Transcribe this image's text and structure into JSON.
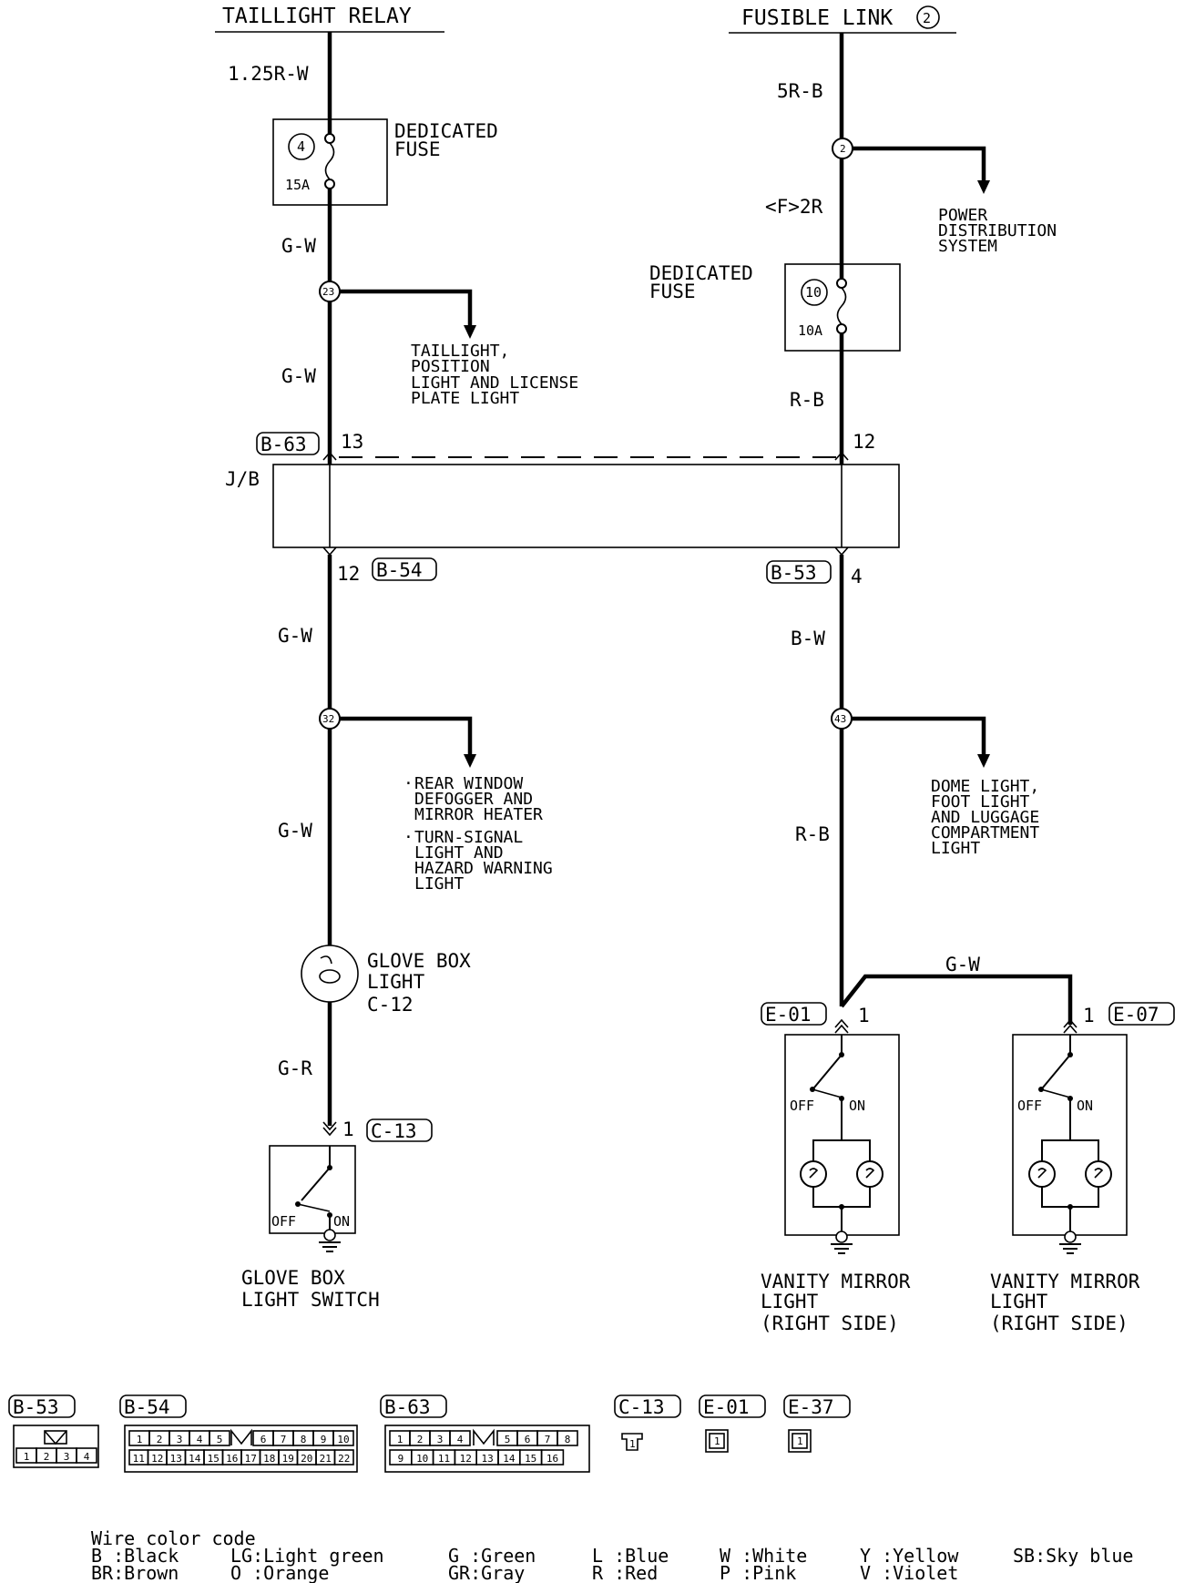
{
  "sources": {
    "left": "TAILLIGHT RELAY",
    "right": "FUSIBLE LINK",
    "right_num": "2"
  },
  "wires": {
    "w_125rw": "1.25R-W",
    "w_5rb": "5R-B",
    "w_gw_1": "G-W",
    "w_gw_2": "G-W",
    "w_f2r": "<F>2R",
    "w_rb_1": "R-B",
    "w_gw_3": "G-W",
    "w_bw": "B-W",
    "w_gw_4": "G-W",
    "w_rb_2": "R-B",
    "w_gr": "G-R",
    "w_gw_5": "G-W"
  },
  "fuses": {
    "left": {
      "line1": "DEDICATED",
      "line2": "FUSE",
      "num": "4",
      "amp": "15A"
    },
    "right": {
      "line1": "DEDICATED",
      "line2": "FUSE",
      "num": "10",
      "amp": "10A"
    }
  },
  "splices": {
    "s2": "2",
    "s23": "23",
    "s32": "32",
    "s43": "43"
  },
  "branches": {
    "power_dist": [
      "POWER",
      "DISTRIBUTION",
      "SYSTEM"
    ],
    "taillight": [
      "TAILLIGHT,",
      "POSITION",
      "LIGHT AND LICENSE",
      "PLATE LIGHT"
    ],
    "rear_window": [
      "REAR WINDOW",
      "DEFOGGER AND",
      "MIRROR HEATER"
    ],
    "turn_signal": [
      "TURN-SIGNAL",
      "LIGHT AND",
      "HAZARD WARNING",
      "LIGHT"
    ],
    "dome": [
      "DOME LIGHT,",
      "FOOT LIGHT",
      "AND LUGGAGE",
      "COMPARTMENT",
      "LIGHT"
    ]
  },
  "jb": {
    "label": "J/B",
    "b63": "B-63",
    "b63_pin": "13",
    "top_right_pin": "12",
    "b54": "B-54",
    "b54_pin": "12",
    "b53": "B-53",
    "b53_pin": "4"
  },
  "components": {
    "glove_light": [
      "GLOVE BOX",
      "LIGHT",
      "C-12"
    ],
    "c13": "C-13",
    "c13_pin": "1",
    "glove_switch": [
      "GLOVE BOX",
      "LIGHT SWITCH"
    ],
    "e01": "E-01",
    "e01_pin": "1",
    "e07": "E-07",
    "e07_pin": "1",
    "vanity_left": [
      "VANITY MIRROR",
      "LIGHT",
      "(RIGHT SIDE)"
    ],
    "vanity_right": [
      "VANITY MIRROR",
      "LIGHT",
      "(RIGHT SIDE)"
    ],
    "off": "OFF",
    "on": "ON"
  },
  "connectors": {
    "b53": {
      "label": "B-53",
      "row2": [
        "1",
        "2",
        "3",
        "4"
      ]
    },
    "b54": {
      "label": "B-54",
      "row1": [
        "1",
        "2",
        "3",
        "4",
        "5",
        "6",
        "7",
        "8",
        "9",
        "10"
      ],
      "row2": [
        "11",
        "12",
        "13",
        "14",
        "15",
        "16",
        "17",
        "18",
        "19",
        "20",
        "21",
        "22"
      ]
    },
    "b63": {
      "label": "B-63",
      "row1": [
        "1",
        "2",
        "3",
        "4",
        "5",
        "6",
        "7",
        "8"
      ],
      "row2": [
        "9",
        "10",
        "11",
        "12",
        "13",
        "14",
        "15",
        "16"
      ]
    },
    "c13": {
      "label": "C-13",
      "pin": "1"
    },
    "e01": {
      "label": "E-01",
      "pin": "1"
    },
    "e37": {
      "label": "E-37",
      "pin": "1"
    }
  },
  "legend": {
    "title": "Wire color code",
    "col1": [
      "B :Black",
      "BR:Brown"
    ],
    "col2": [
      "LG:Light green",
      "O :Orange"
    ],
    "col3": [
      "G :Green",
      "GR:Gray"
    ],
    "col4": [
      "L :Blue",
      "R :Red"
    ],
    "col5": [
      "W :White",
      "P :Pink"
    ],
    "col6": [
      "Y :Yellow",
      "V :Violet"
    ],
    "col7": [
      "SB:Sky blue"
    ]
  }
}
